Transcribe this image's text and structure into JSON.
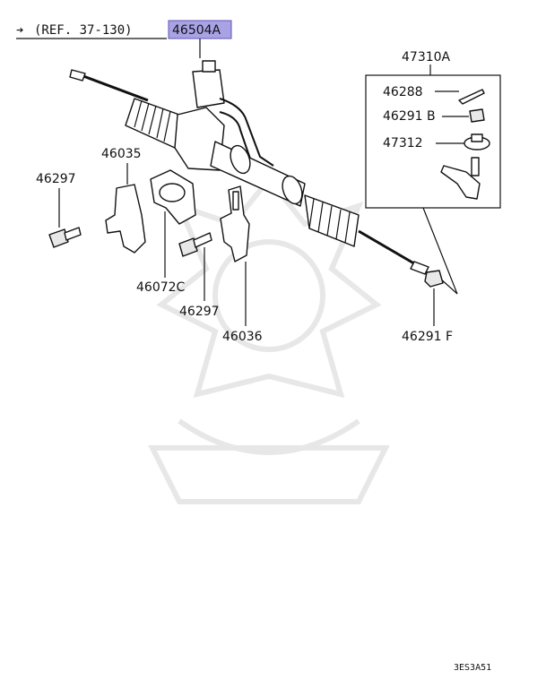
{
  "reference": {
    "arrow": "➔",
    "text": "(REF. 37-130)"
  },
  "highlighted_part": "46504A",
  "highlight_color": "#a9a3e6",
  "kit": {
    "label": "47310A",
    "items": [
      "46288",
      "46291 B",
      "47312"
    ]
  },
  "parts": {
    "bolt_left": "46297",
    "clamp_left": "46035",
    "bushing": "46072C",
    "bolt_center": "46297",
    "clamp_right": "46036",
    "nut": "46291 F"
  },
  "diagram_code": "3ES3A51",
  "icons": [
    "arrow-right-icon",
    "watermark-emblem-icon"
  ]
}
